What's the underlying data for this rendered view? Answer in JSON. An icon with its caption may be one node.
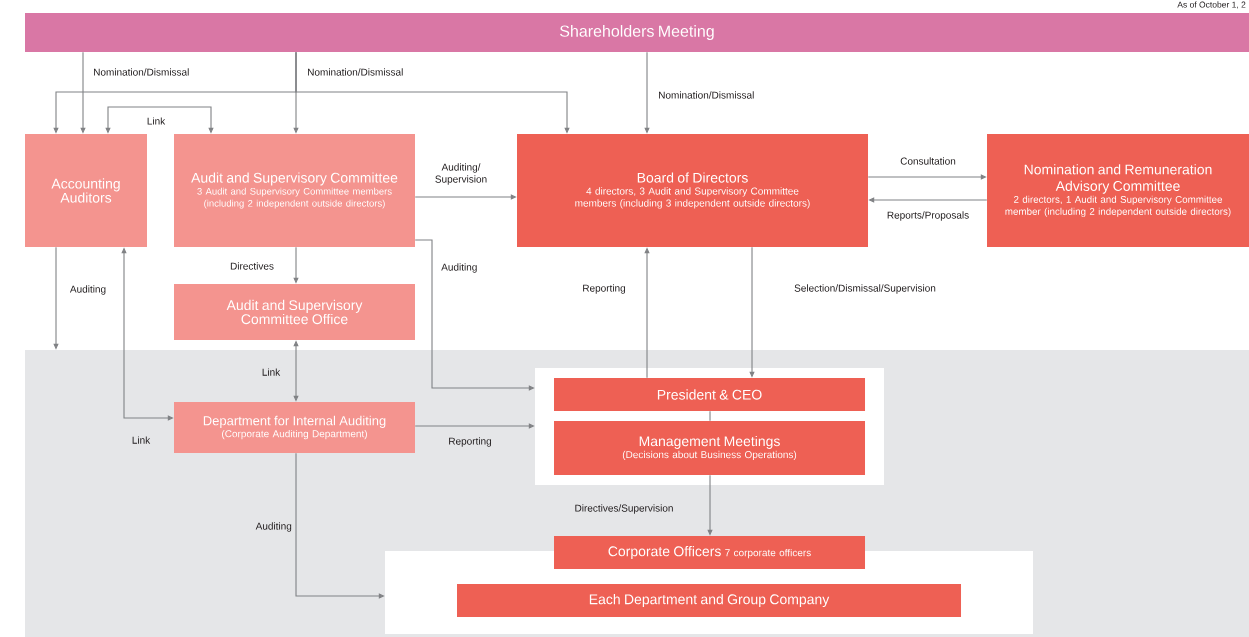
{
  "diagram": {
    "nodes": [
      {
        "text": [
          "Shareholders Meeting"
        ]
      },
      {
        "text": [
          "Accounting Auditors"
        ]
      },
      {
        "text": [
          "Audit and Supervisory Committee",
          "3 Audit and Supervisory Committee members (including 2 independent outside directors)"
        ]
      },
      {
        "text": [
          "Board of Directors",
          "4 directors, 3 Audit and Supervisory Committee members (including 3 independent outside directors)"
        ]
      },
      {
        "text": [
          "Nomination and Remuneration Advisory Committee",
          "2 directors, 1 Audit and Supervisory Committee member (including 2 independent outside directors)"
        ]
      },
      {
        "text": [
          "Audit and Supervisory Committee Office"
        ]
      },
      {
        "text": [],
        "shape": "box"
      },
      {
        "text": [],
        "shape": "box",
        "in": 6
      },
      {
        "text": [
          "President & CEO"
        ],
        "in": 7
      },
      {
        "text": [
          "Management Meetings",
          "(Decisions about Business Operations)"
        ],
        "in": 7
      },
      {
        "text": [
          "Department for Internal Auditing",
          "(Corporate Auditing Department)"
        ],
        "in": 6
      },
      {
        "text": [],
        "shape": "box",
        "in": 6
      },
      {
        "text": [
          "Corporate Officers",
          "7 corporate officers"
        ],
        "in": 6
      },
      {
        "text": [
          "Each Department and Group Company"
        ],
        "in": 11
      }
    ],
    "edges": [
      {
        "from": 0,
        "to": 1,
        "arrow": "to",
        "label": "Nomination/Dismissal"
      },
      {
        "from": 0,
        "to": 2,
        "arrow": "to",
        "label": "Nomination/Dismissal"
      },
      {
        "from": 0,
        "to": 1,
        "arrow": "to"
      },
      {
        "from": 0,
        "to": 3,
        "arrow": "to"
      },
      {
        "from": 0,
        "to": 3,
        "arrow": "to",
        "label": "Nomination/Dismissal"
      },
      {
        "from": 1,
        "to": 2,
        "arrow": "both",
        "label": "Link"
      },
      {
        "from": 2,
        "to": 3,
        "arrow": "to",
        "label": "Auditing/ Supervision"
      },
      {
        "from": 3,
        "to": 4,
        "arrow": "to",
        "label": "Consultation"
      },
      {
        "from": 4,
        "to": 3,
        "arrow": "to",
        "label": "Reports/Proposals"
      },
      {
        "from": 2,
        "to": 5,
        "arrow": "to",
        "label": "Directives"
      },
      {
        "from": 2,
        "to": 7,
        "arrow": "to",
        "label": "Auditing"
      },
      {
        "from": 1,
        "to": 6,
        "arrow": "to",
        "label": "Auditing"
      },
      {
        "from": 10,
        "to": 1,
        "arrow": "both",
        "label": "Link"
      },
      {
        "from": 5,
        "to": 10,
        "arrow": "both",
        "label": "Link"
      },
      {
        "from": 10,
        "to": 7,
        "arrow": "to",
        "label": "Reporting"
      },
      {
        "from": 10,
        "to": 11,
        "arrow": "to",
        "label": "Auditing"
      },
      {
        "from": 8,
        "to": 3,
        "arrow": "to",
        "label": "Reporting"
      },
      {
        "from": 3,
        "to": 8,
        "arrow": "to",
        "label": "Selection/Dismissal/Supervision"
      },
      {
        "from": 8,
        "to": 9,
        "arrow": "none"
      },
      {
        "from": 9,
        "to": 12,
        "arrow": "to",
        "label": "Directives/Supervision"
      }
    ],
    "labels": [
      "As of October 1, 2"
    ]
  }
}
